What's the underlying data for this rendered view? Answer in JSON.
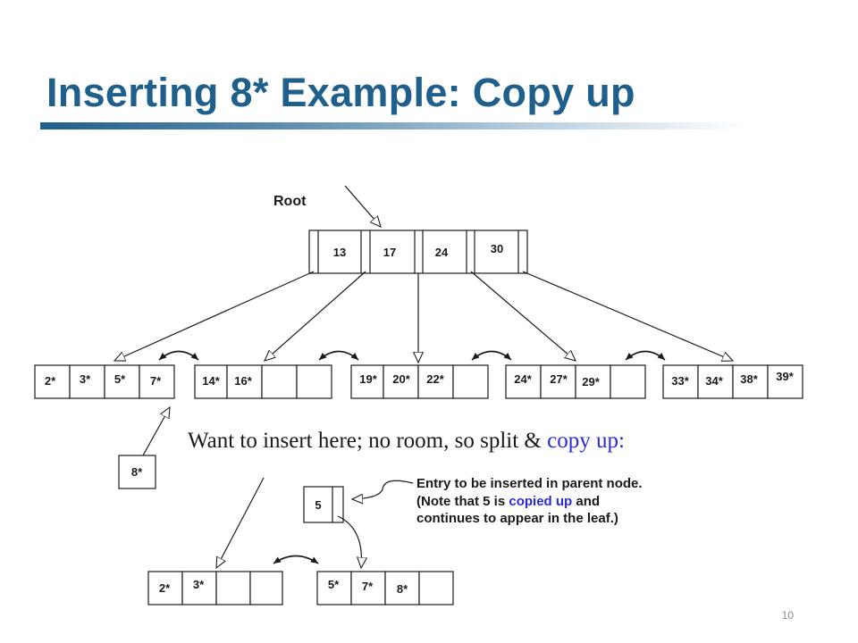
{
  "slide": {
    "title": "Inserting 8* Example: Copy up",
    "page_number": "10"
  },
  "diagram": {
    "root_label": "Root",
    "root_keys": [
      "13",
      "17",
      "24",
      "30"
    ],
    "leaves": [
      [
        "2*",
        "3*",
        "5*",
        "7*"
      ],
      [
        "14*",
        "16*",
        "",
        ""
      ],
      [
        "19*",
        "20*",
        "22*",
        ""
      ],
      [
        "24*",
        "27*",
        "29*",
        ""
      ],
      [
        "33*",
        "34*",
        "38*",
        "39*"
      ]
    ],
    "insert_entry": "8*",
    "message": {
      "part1": "Want to insert here; no room, so split & ",
      "part2": "copy up:"
    },
    "copied_key": "5",
    "note": {
      "line1": "Entry to be inserted in parent node.",
      "line2_before": "(Note that 5 is ",
      "line2_highlight": "copied up",
      "line2_after": " and",
      "line3": "continues to appear in the leaf.)"
    },
    "split_leaves": [
      [
        "2*",
        "3*",
        "",
        ""
      ],
      [
        "5*",
        "7*",
        "8*",
        ""
      ]
    ]
  },
  "colors": {
    "title": "#1f5f8b",
    "highlight": "#2b2bd8",
    "ink": "#1a1a1a"
  }
}
